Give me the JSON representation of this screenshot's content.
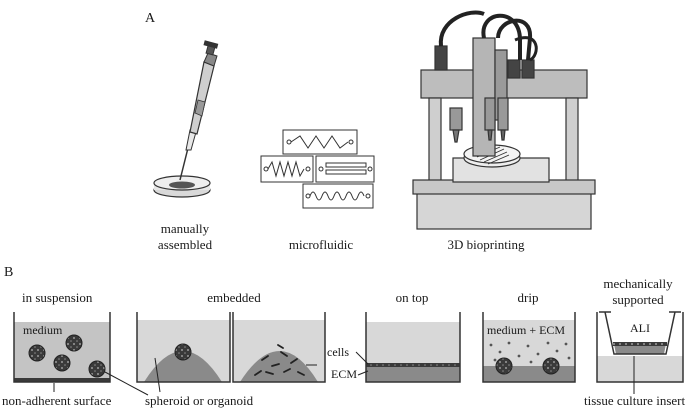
{
  "panel_a": {
    "letter": "A",
    "methods": [
      {
        "line1": "manually",
        "line2": "assembled",
        "icon": "pipette-petri-dish-icon"
      },
      {
        "line1": "microfluidic",
        "icon": "microfluidic-chips-icon"
      },
      {
        "line1": "3D bioprinting",
        "icon": "bioprinter-icon"
      }
    ]
  },
  "panel_b": {
    "letter": "B",
    "headers": {
      "suspension": "in suspension",
      "embedded": "embedded",
      "on_top": "on top",
      "drip": "drip",
      "mech_line1": "mechanically",
      "mech_line2": "supported"
    },
    "inner_labels": {
      "medium": "medium",
      "medium_ecm": "medium + ECM",
      "cells": "cells",
      "ecm": "ECM",
      "ali": "ALI"
    },
    "bottom_labels": {
      "non_adherent": "non-adherent surface",
      "spheroid": "spheroid or organoid",
      "insert": "tissue culture insert"
    }
  },
  "colors": {
    "medium_gray": "#c4c4c4",
    "ecm_gray": "#8a8a8a",
    "dark_gray": "#3c3c3c",
    "instrument_gray": "#bdbdbd"
  }
}
